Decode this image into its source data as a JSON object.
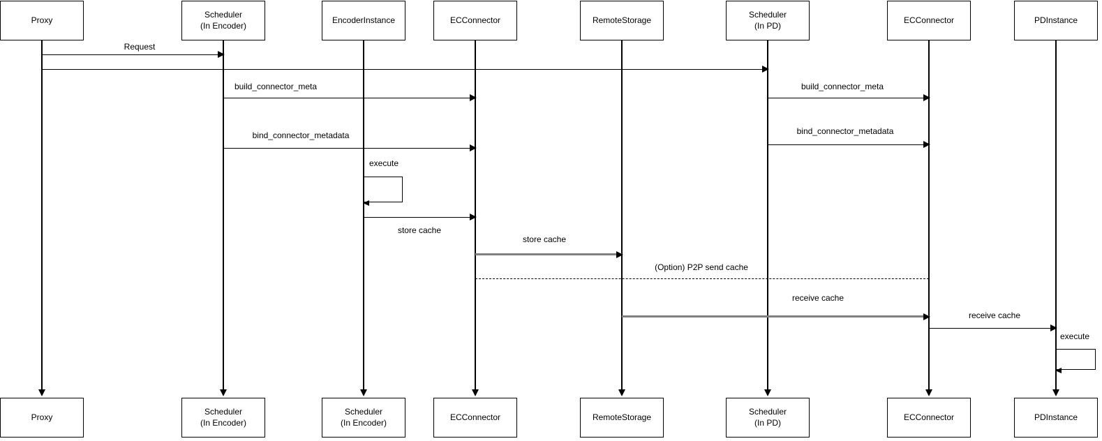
{
  "diagram_type": "sequence-diagram",
  "actors": [
    {
      "top": "Proxy",
      "bottom": "Proxy"
    },
    {
      "top": "Scheduler\n(In Encoder)",
      "bottom": "Scheduler\n(In Encoder)"
    },
    {
      "top": "EncoderInstance",
      "bottom": "Scheduler\n(In Encoder)"
    },
    {
      "top": "ECConnector",
      "bottom": "ECConnector"
    },
    {
      "top": "RemoteStorage",
      "bottom": "RemoteStorage"
    },
    {
      "top": "Scheduler\n(In PD)",
      "bottom": "Scheduler\n(In PD)"
    },
    {
      "top": "ECConnector",
      "bottom": "ECConnector"
    },
    {
      "top": "PDInstance",
      "bottom": "PDInstance"
    }
  ],
  "messages": {
    "request": "Request",
    "build_connector_meta_left": "build_connector_meta",
    "build_connector_meta_right": "build_connector_meta",
    "bind_connector_metadata_left": "bind_connector_metadata",
    "bind_connector_metadata_right": "bind_connector_metadata",
    "execute_encoder": "execute",
    "store_cache_encoder_to_ec": "store cache",
    "store_cache_ec_to_remote": "store cache",
    "p2p_send_cache": "(Option) P2P send cache",
    "receive_cache_remote_to_ec": "receive cache",
    "receive_cache_ec_to_pd": "receive cache",
    "execute_pd": "execute"
  },
  "colors": {
    "line": "#000000",
    "gray_line": "#808080",
    "box_background": "#ffffff"
  }
}
